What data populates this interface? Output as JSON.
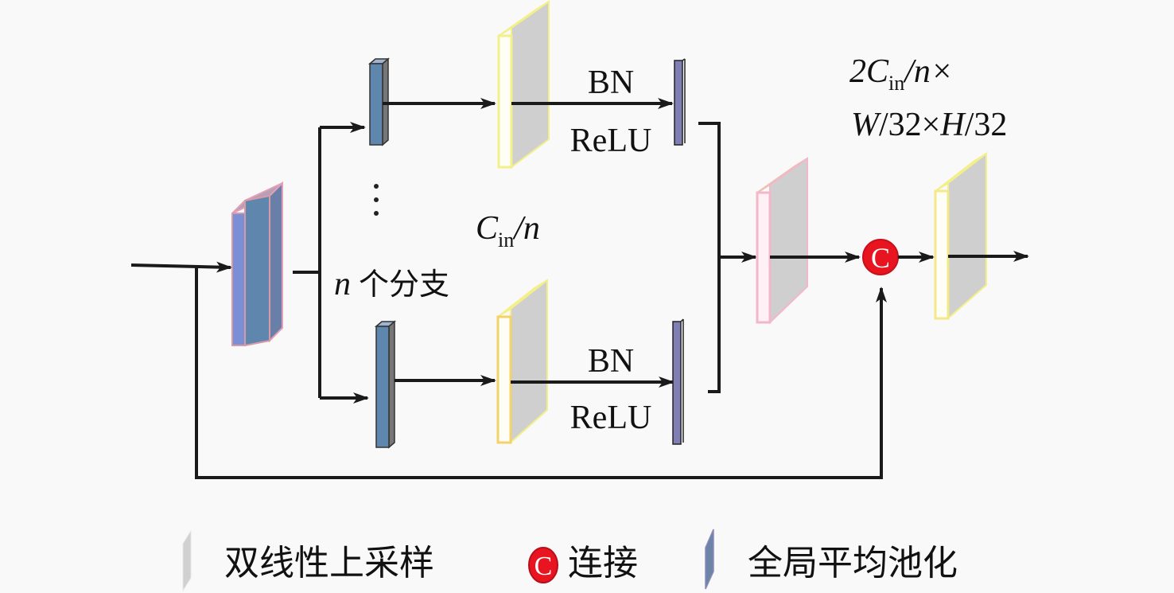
{
  "labels": {
    "bn_top": "BN",
    "relu_top": "ReLU",
    "bn_bottom": "BN",
    "relu_bottom": "ReLU",
    "ellipsis": "⋮",
    "branch_count_var": "n",
    "branch_count_text": "个分支",
    "cin_n": {
      "base": "C",
      "sub": "in",
      "rest": "/n"
    },
    "output_dims_line1": {
      "prefix": "2",
      "base": "C",
      "sub": "in",
      "rest": "/n×"
    },
    "output_dims_line2": {
      "w": "W",
      "rest1": "/32×",
      "h": "H",
      "rest2": "/32"
    },
    "concat_symbol": "C"
  },
  "legend": [
    {
      "icon": "bilinear-upsample-icon",
      "label": "双线性上采样"
    },
    {
      "icon": "concat-icon",
      "symbol": "C",
      "label": "连接"
    },
    {
      "icon": "global-avg-pool-icon",
      "label": "全局平均池化"
    }
  ],
  "colors": {
    "line": "#1a1a1a",
    "pool_blue": "#5f86ad",
    "pool_purple": "#7f7fb6",
    "upsample_gray": "#cfcfcf",
    "yellow_edge": "#f3f08a",
    "pink_edge": "#f2b7c8",
    "concat_red": "#e8141f",
    "input_blue": "#5b7fbf"
  }
}
